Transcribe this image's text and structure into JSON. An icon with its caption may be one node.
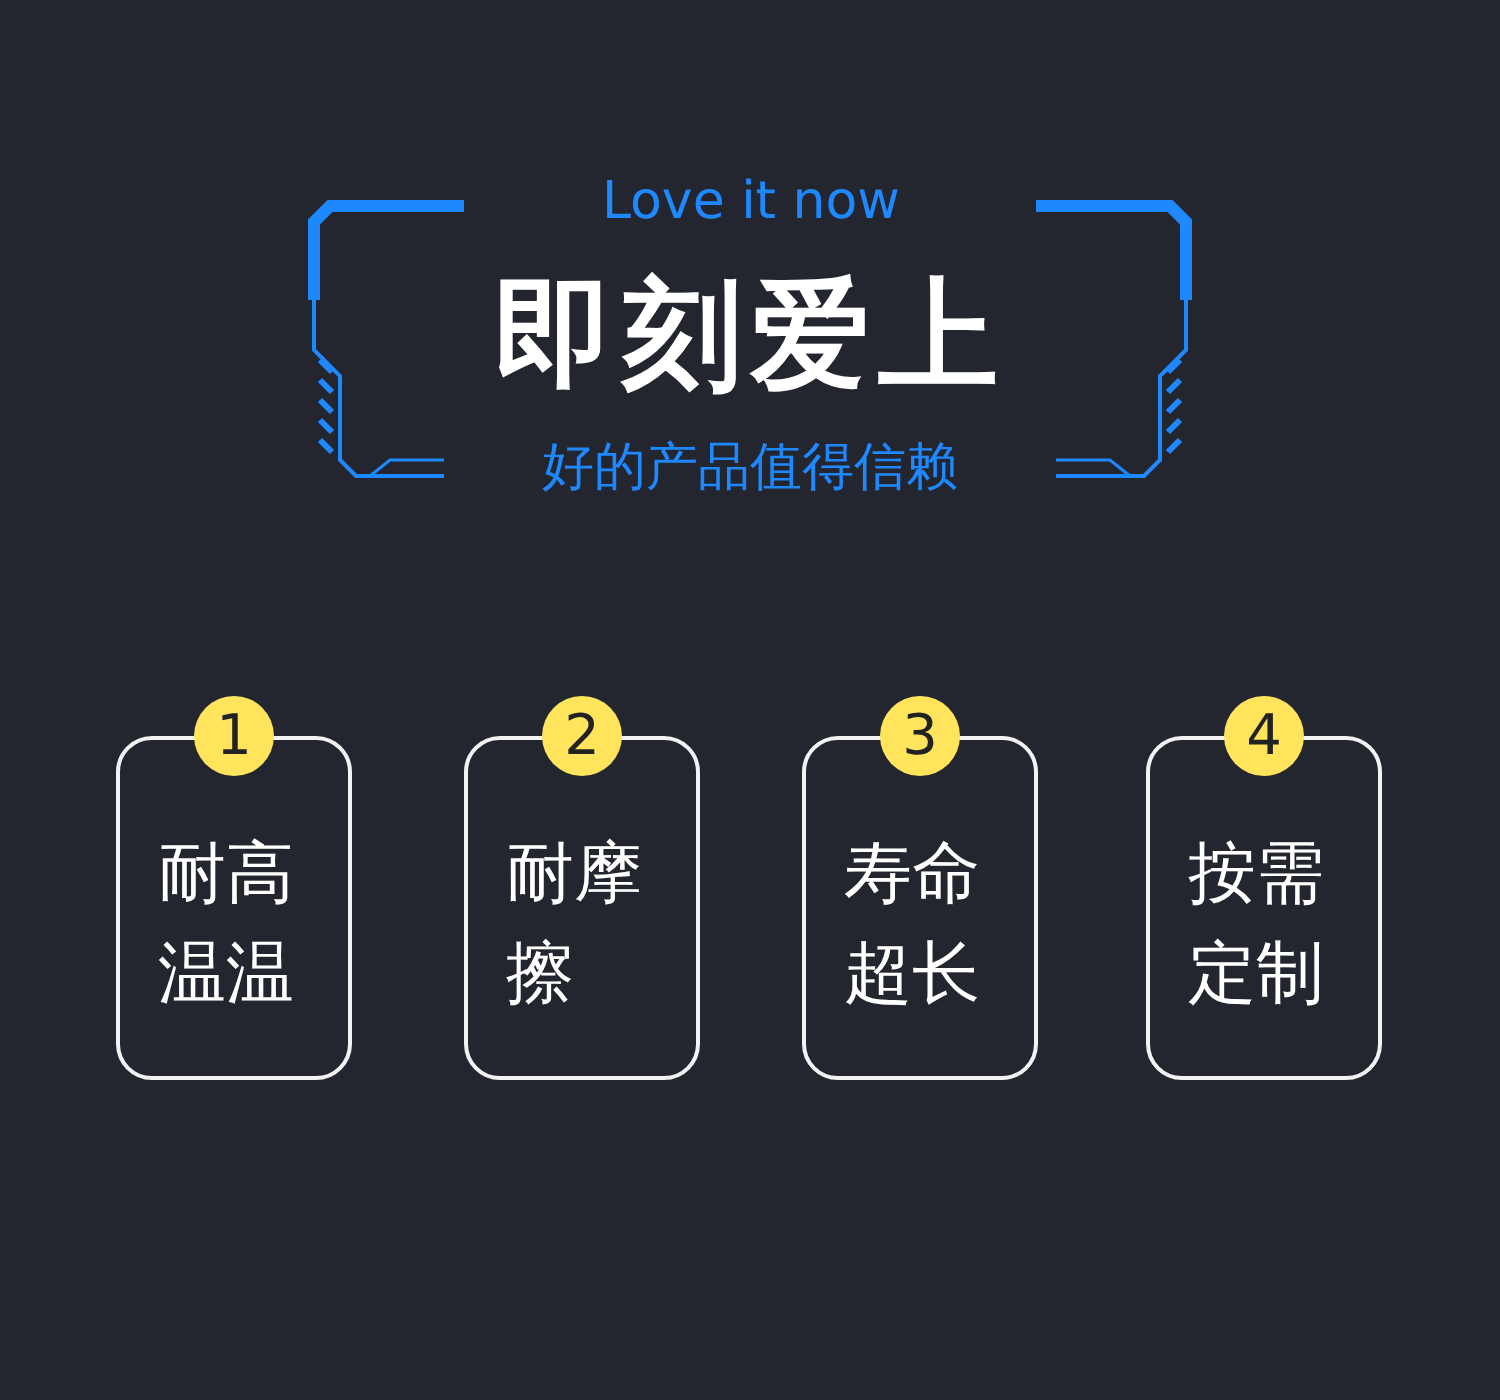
{
  "diagram": {
    "title": "即刻爱上",
    "nodes": [
      {
        "text": [
          "1",
          "耐高温温"
        ]
      },
      {
        "text": [
          "2",
          "耐摩擦"
        ]
      },
      {
        "text": [
          "3",
          "寿命超长"
        ]
      },
      {
        "text": [
          "4",
          "按需定制"
        ]
      }
    ],
    "labels": [
      "Love it now",
      "好的产品值得信赖"
    ]
  }
}
